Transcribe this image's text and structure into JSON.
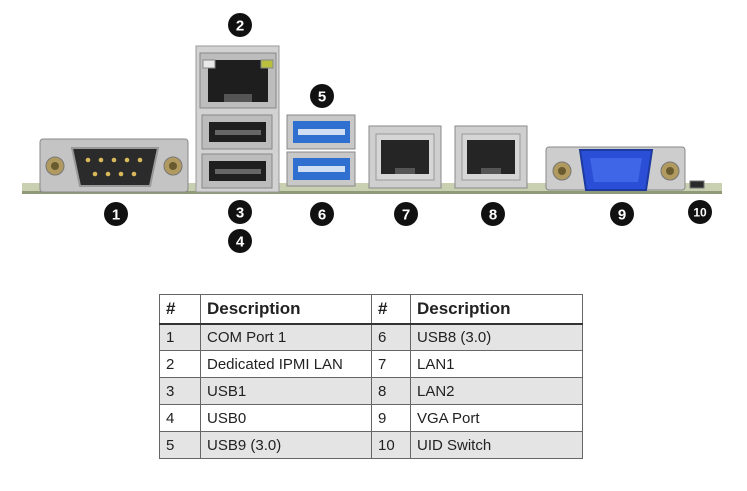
{
  "callouts": [
    "1",
    "2",
    "3",
    "4",
    "5",
    "6",
    "7",
    "8",
    "9",
    "10"
  ],
  "table": {
    "headers": [
      "#",
      "Description",
      "#",
      "Description"
    ],
    "rows": [
      [
        "1",
        "COM Port 1",
        "6",
        "USB8 (3.0)"
      ],
      [
        "2",
        "Dedicated IPMI LAN",
        "7",
        "LAN1"
      ],
      [
        "3",
        "USB1",
        "8",
        "LAN2"
      ],
      [
        "4",
        "USB0",
        "9",
        "VGA Port"
      ],
      [
        "5",
        "USB9 (3.0)",
        "10",
        "UID Switch"
      ]
    ]
  },
  "colors": {
    "board": "#c8cfb0",
    "usb3_blue": "#2e6fd0",
    "vga_blue": "#2a4fd6",
    "callout": "#111111",
    "table_shade": "#e4e4e4"
  }
}
